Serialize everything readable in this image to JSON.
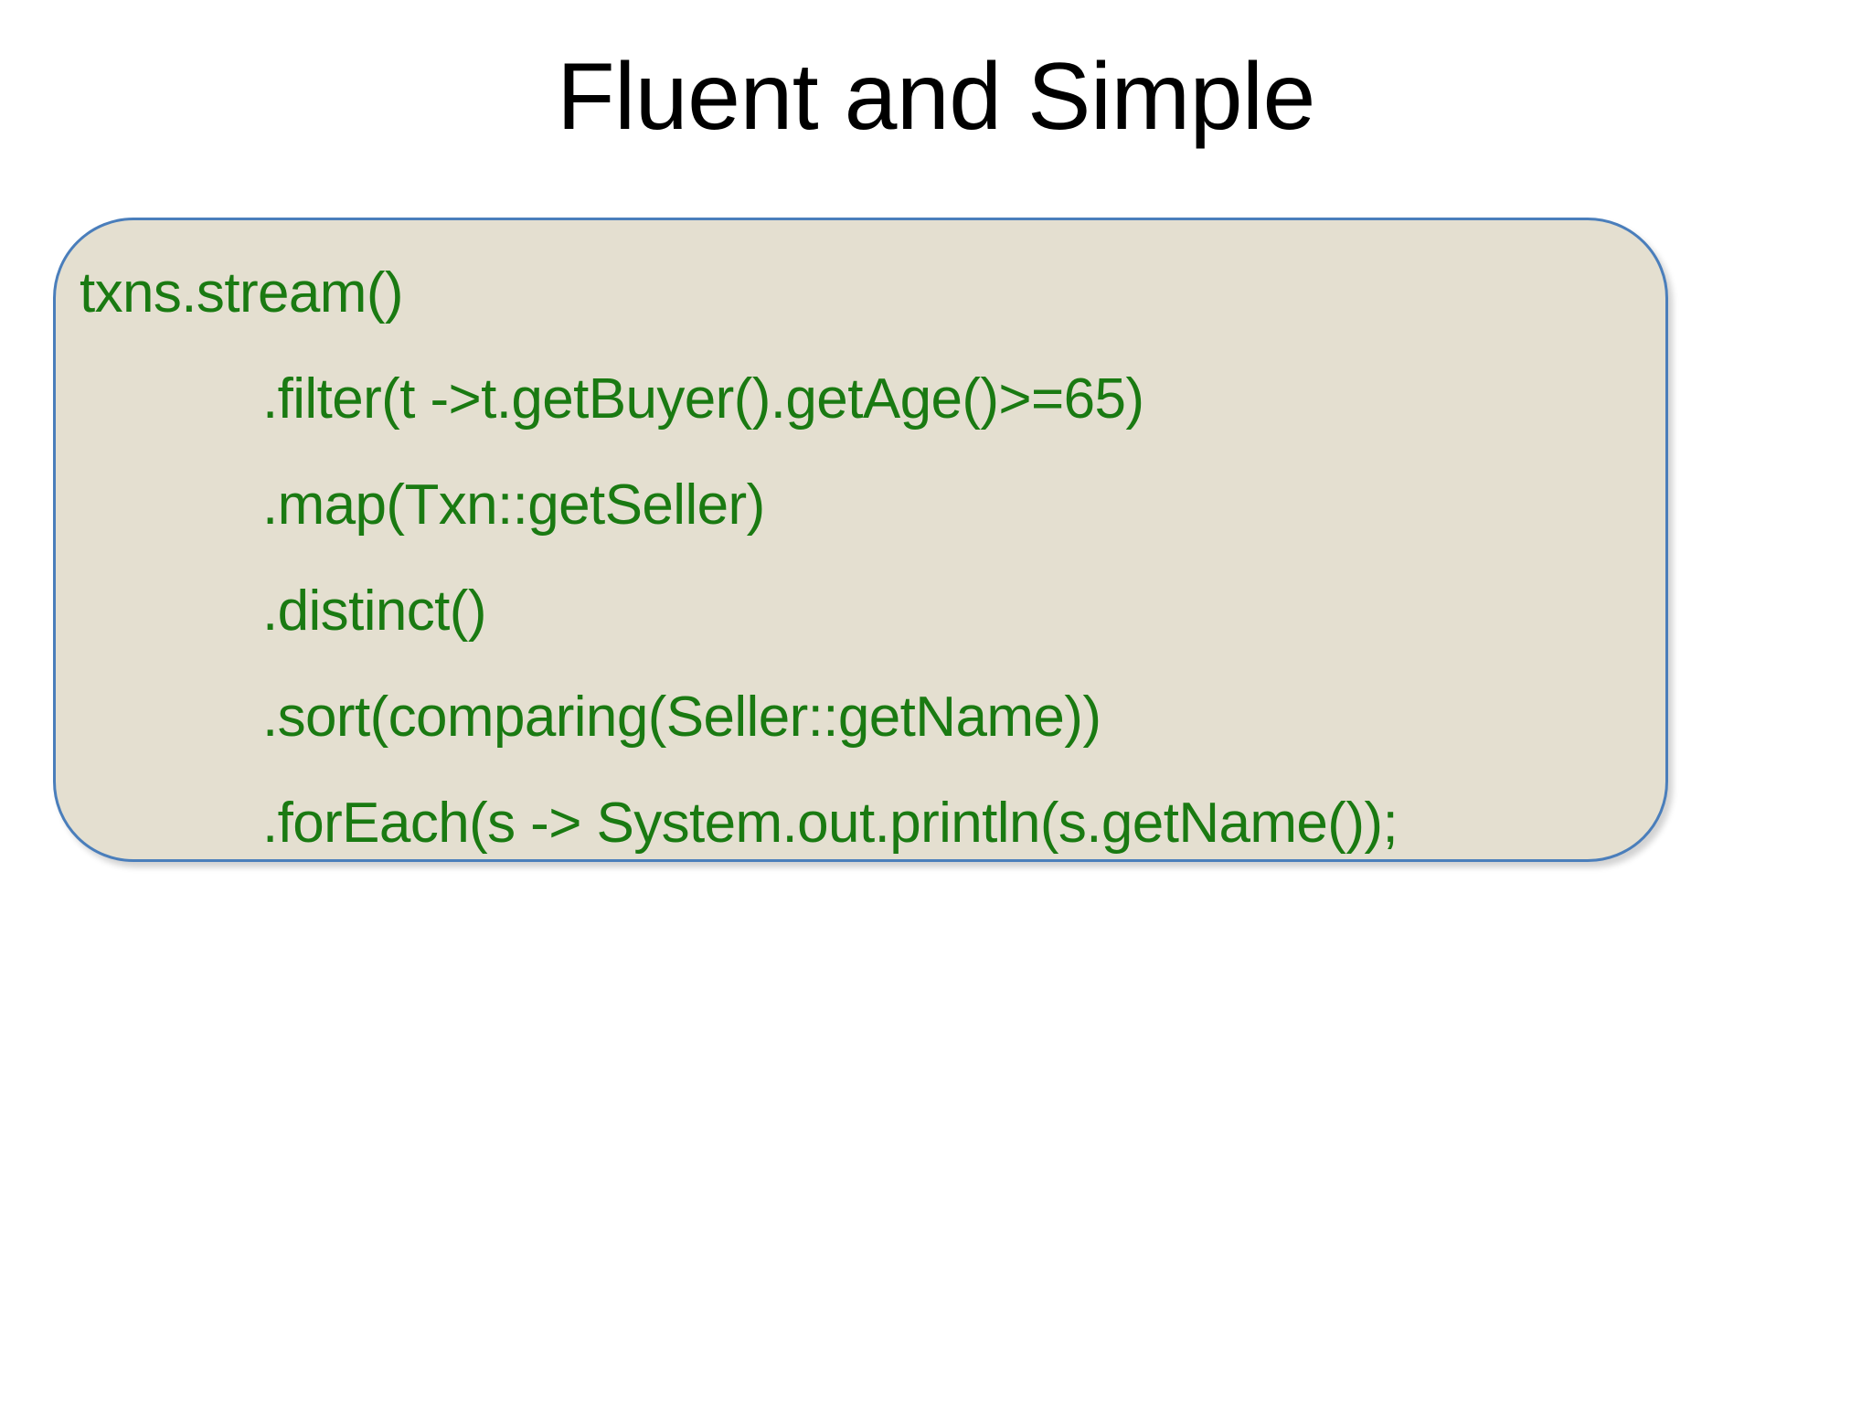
{
  "slide": {
    "title": "Fluent and Simple",
    "background_color": "#FFFFFF",
    "title_color": "#000000"
  },
  "code_box": {
    "fill_color": "#E4DFD0",
    "border_color": "#4A7EBB",
    "text_color": "#1A7A12",
    "lines": [
      {
        "text": "txns.stream()",
        "indent": 0
      },
      {
        "text": ".filter(t ->t.getBuyer().getAge()>=65)",
        "indent": 1
      },
      {
        "text": ".map(Txn::getSeller)",
        "indent": 1
      },
      {
        "text": ".distinct()",
        "indent": 1
      },
      {
        "text": ".sort(comparing(Seller::getName))",
        "indent": 1
      },
      {
        "text": ".forEach(s -> System.out.println(s.getName());",
        "indent": 1
      }
    ]
  }
}
